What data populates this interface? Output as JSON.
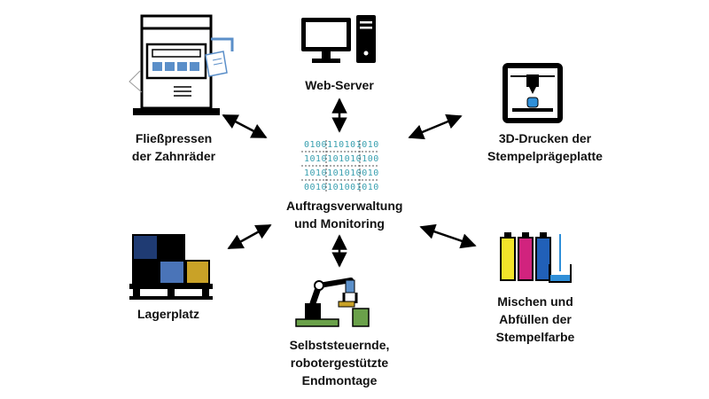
{
  "diagram": {
    "nodes": {
      "center": {
        "line1": "Auftragsverwaltung",
        "line2": "und Monitoring"
      },
      "webserver": {
        "line1": "Web-Server"
      },
      "fliesspressen": {
        "line1": "Fließpressen",
        "line2": "der Zahnräder"
      },
      "druck3d": {
        "line1": "3D-Drucken der",
        "line2": "Stempelprägeplatte"
      },
      "lager": {
        "line1": "Lagerplatz"
      },
      "mischen": {
        "line1": "Mischen und",
        "line2": "Abfüllen der",
        "line3": "Stempelfarbe"
      },
      "montage": {
        "line1": "Selbststeuernde,",
        "line2": "robotergestützte",
        "line3": "Endmontage"
      }
    },
    "binary_rows": [
      "0100110101010",
      "1010101010100",
      "1010101010010",
      "0010101001010"
    ],
    "colors": {
      "ink": "#000000",
      "binary": "#3aa0b0",
      "crate_navy": "#1f3b73",
      "crate_blue": "#4a74b8",
      "crate_gold": "#c9a227",
      "machine_blue": "#5b8fc9",
      "robot_green": "#6aa14a",
      "ink_yellow": "#f2e32a",
      "ink_magenta": "#d1237e",
      "ink_blue": "#2160b8",
      "liquid": "#2f8fd8"
    }
  }
}
